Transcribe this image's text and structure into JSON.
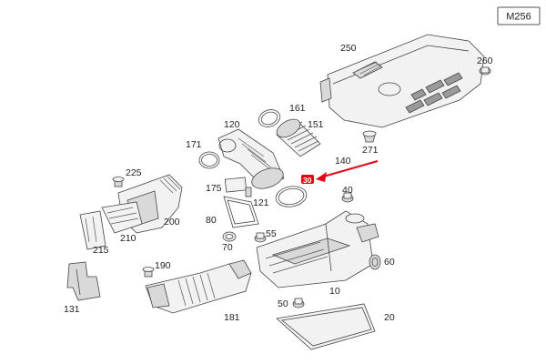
{
  "engine_tag": "M256",
  "highlight_color": "#e30613",
  "parts": [
    {
      "id": "250",
      "label": "250"
    },
    {
      "id": "260",
      "label": "260"
    },
    {
      "id": "271",
      "label": "271"
    },
    {
      "id": "161",
      "label": "161"
    },
    {
      "id": "120",
      "label": "120"
    },
    {
      "id": "151",
      "label": "151"
    },
    {
      "id": "171",
      "label": "171"
    },
    {
      "id": "140",
      "label": "140"
    },
    {
      "id": "30",
      "label": "30"
    },
    {
      "id": "225",
      "label": "225"
    },
    {
      "id": "175",
      "label": "175"
    },
    {
      "id": "121",
      "label": "121"
    },
    {
      "id": "40",
      "label": "40"
    },
    {
      "id": "80",
      "label": "80"
    },
    {
      "id": "200",
      "label": "200"
    },
    {
      "id": "55",
      "label": "55"
    },
    {
      "id": "210",
      "label": "210"
    },
    {
      "id": "215",
      "label": "215"
    },
    {
      "id": "70",
      "label": "70"
    },
    {
      "id": "190",
      "label": "190"
    },
    {
      "id": "60",
      "label": "60"
    },
    {
      "id": "131",
      "label": "131"
    },
    {
      "id": "10",
      "label": "10"
    },
    {
      "id": "50",
      "label": "50"
    },
    {
      "id": "181",
      "label": "181"
    },
    {
      "id": "20",
      "label": "20"
    }
  ]
}
